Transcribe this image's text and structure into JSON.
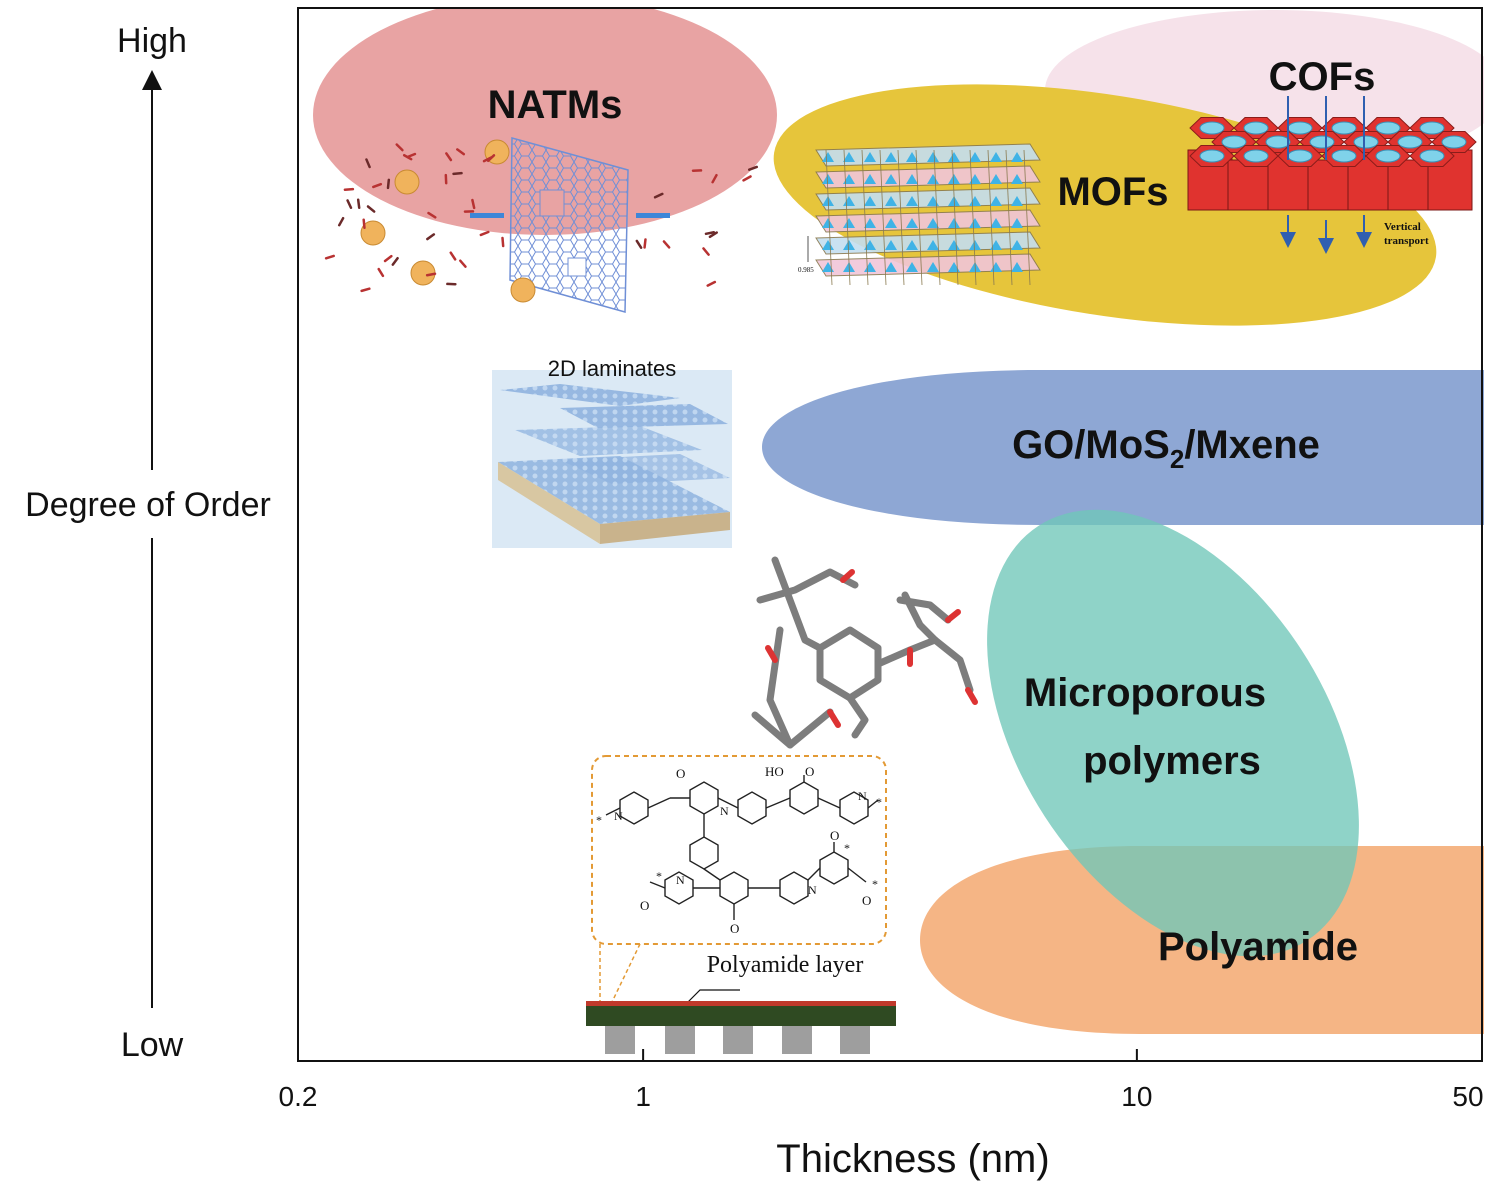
{
  "y_axis": {
    "label": "Degree of Order",
    "high_label": "High",
    "low_label": "Low"
  },
  "x_axis": {
    "label": "Thickness (nm)",
    "scale": "log",
    "ticks": [
      "0.2",
      "1",
      "10",
      "50"
    ]
  },
  "regions": {
    "natms": "NATMs",
    "mofs": "MOFs",
    "cofs": "COFs",
    "go_main": "GO/MoS",
    "go_sub": "2",
    "go_tail": "/Mxene",
    "micro_1": "Microporous",
    "micro_2": "polymers",
    "polyamide": "Polyamide"
  },
  "insets": {
    "laminates_title": "2D laminates",
    "polyamide_layer": "Polyamide layer",
    "cof_note_1": "Vertical",
    "cof_note_2": "transport",
    "mof_scale": "0.985",
    "chem_ho": "HO",
    "chem_o": "O",
    "chem_n": "N",
    "chem_star": "*"
  },
  "colors": {
    "natms": "#e8a3a3",
    "mofs": "#e6c53b",
    "cofs_bg": "#f6e2ea",
    "go": "#8ea7d4",
    "micro": "#86cfc2",
    "polyamide": "#f5b585",
    "cof_block": "#e0332f",
    "cof_pore": "#7fd2ea",
    "arrow_blue": "#2f5fb0"
  }
}
